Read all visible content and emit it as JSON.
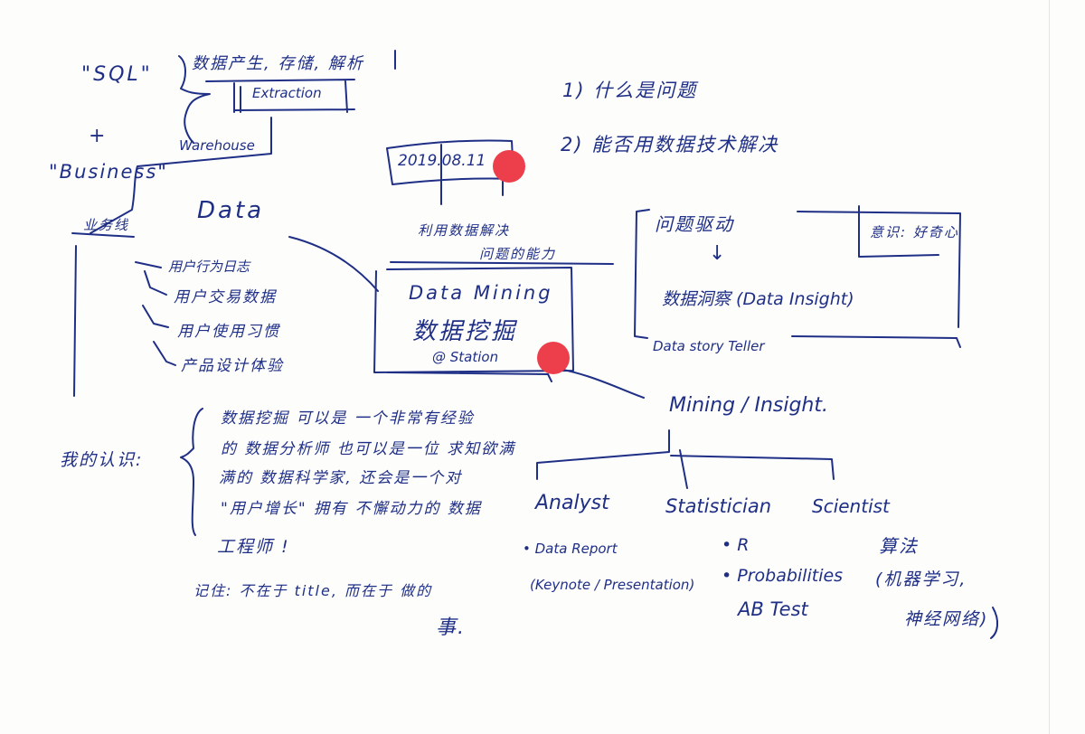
{
  "colors": {
    "ink": "#1f2f86",
    "marker": "#ec3f4b",
    "paper": "#fdfdfc"
  },
  "note": {
    "sql": "\"SQL\"",
    "plus": "+",
    "business": "\"Business\"",
    "source_items": [
      "数据产生, 存储, 解析",
      "Extraction",
      "Warehouse"
    ],
    "business_label": "业务线",
    "data": "Data",
    "behaviors": [
      "用户行为日志",
      "用户交易数据",
      "用户使用习惯",
      "产品设计体验"
    ],
    "date": "2019.08.11",
    "ability": [
      "利用数据解决",
      "问题的能力"
    ],
    "mining_box": [
      "Data Mining",
      "数据挖掘",
      "@ Station"
    ],
    "questions": [
      "1) 什么是问题",
      "2) 能否用数据技术解决"
    ],
    "insight_box": {
      "driver": "问题驱动",
      "arrow": "↓",
      "insight": "数据洞察 (Data Insight)",
      "note": "意识: 好奇心",
      "teller": "Data story Teller"
    },
    "mining_insight": "Mining / Insight.",
    "roles": [
      "Analyst",
      "Statistician",
      "Scientist"
    ],
    "analyst_items": [
      "Data Report",
      "(Keynote / Presentation)"
    ],
    "statistician_items": [
      "R",
      "Probabilities",
      "AB Test"
    ],
    "scientist_items": [
      "算法",
      "(机器学习,",
      "神经网络)"
    ],
    "my_view_label": "我的认识:",
    "my_view_lines": [
      "数据挖掘 可以是 一个非常有经验",
      "的 数据分析师 也可以是一位 求知欲满",
      "满的 数据科学家, 还会是一个对",
      "\"用户增长\" 拥有 不懈动力的 数据",
      "工程师 !"
    ],
    "bottom": [
      "记住: 不在于 title, 而在于 做的",
      "事."
    ]
  }
}
